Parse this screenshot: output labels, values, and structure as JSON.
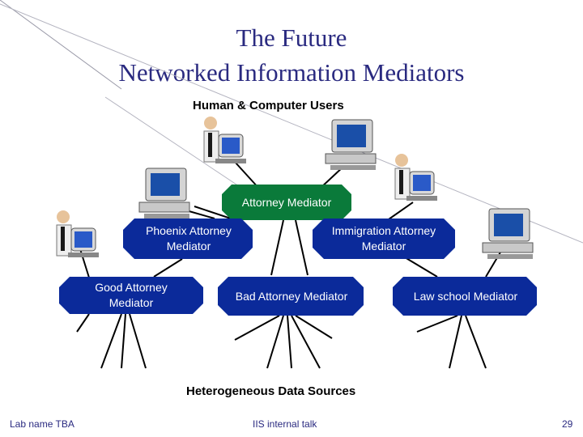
{
  "slide": {
    "title_line1": "The Future",
    "title_line2": "Networked Information Mediators",
    "top_label": "Human & Computer Users",
    "bottom_label": "Heterogeneous Data Sources",
    "footer_left": "Lab name TBA",
    "footer_center": "IIS internal talk",
    "page_number": "29"
  },
  "mediators": {
    "attorney": "Attorney Mediator",
    "phoenix": "Phoenix Attorney Mediator",
    "immigration": "Immigration Attorney Mediator",
    "good": "Good Attorney Mediator",
    "bad": "Bad Attorney Mediator",
    "lawschool": "Law school Mediator"
  },
  "colors": {
    "node_fill": "#0b2a9a",
    "top_node_fill": "#0a7a3a",
    "title": "#2a2a80"
  },
  "icons": [
    "user-at-computer-icon",
    "computer-workstation-icon"
  ]
}
